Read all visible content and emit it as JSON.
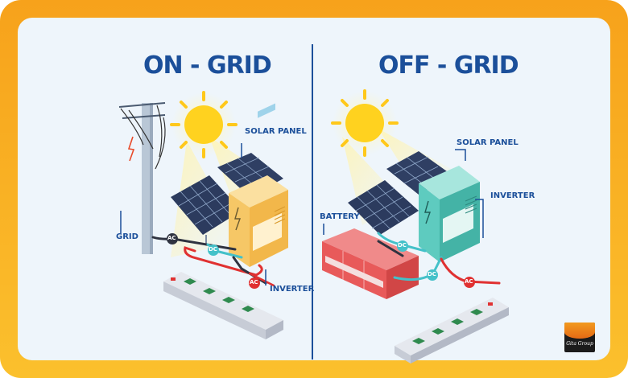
{
  "on_grid": {
    "title": "ON - GRID",
    "labels": {
      "solar_panel": "SOLAR PANEL",
      "grid": "GRID",
      "inverter": "INVERTER",
      "ac": "AC",
      "dc": "DC",
      "ac2": "AC"
    }
  },
  "off_grid": {
    "title": "OFF - GRID",
    "labels": {
      "solar_panel": "SOLAR PANEL",
      "inverter": "INVERTER",
      "battery": "BATTERY",
      "dc": "DC",
      "dc2": "DC",
      "ac": "AC"
    }
  },
  "logo": {
    "text": "Gita Group"
  },
  "colors": {
    "frame": "#f7a21b",
    "title": "#1b4f9a",
    "background": "#eef5fb",
    "on_inverter": "#f6c766",
    "off_inverter": "#5ecbbf",
    "battery": "#e85a5a",
    "sun": "#ffd21f"
  }
}
